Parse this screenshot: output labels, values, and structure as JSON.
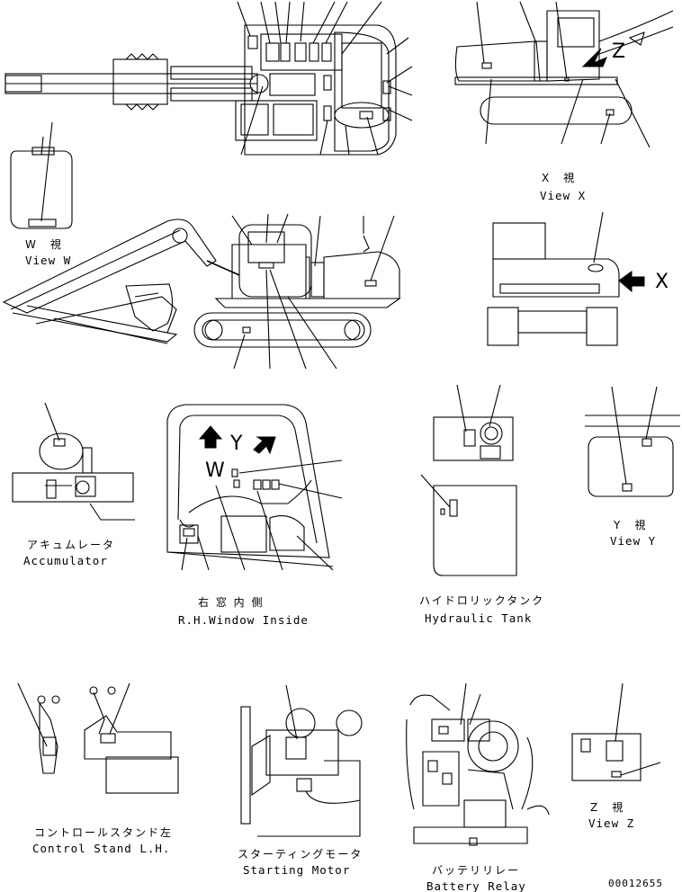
{
  "labels": {
    "view_w_jp": "W　視",
    "view_w_en": "View W",
    "view_x_jp": "X　視",
    "view_x_en": "View X",
    "view_y_jp": "Y　視",
    "view_y_en": "View Y",
    "view_z_jp": "Z　視",
    "view_z_en": "View Z",
    "accumulator_jp": "アキュムレータ",
    "accumulator_en": "Accumulator",
    "window_jp": "右 窓 内 側",
    "window_en": "R.H.Window Inside",
    "hydraulic_jp": "ハイドロリックタンク",
    "hydraulic_en": "Hydraulic Tank",
    "control_jp": "コントロールスタンド左",
    "control_en": "Control Stand L.H.",
    "starting_jp": "スターティングモータ",
    "starting_en": "Starting Motor",
    "battery_jp": "バッテリリレー",
    "battery_en": "Battery Relay"
  },
  "letters": {
    "x": "X",
    "y": "Y",
    "w": "W",
    "z": "Z"
  },
  "drawing_number": "00012655"
}
